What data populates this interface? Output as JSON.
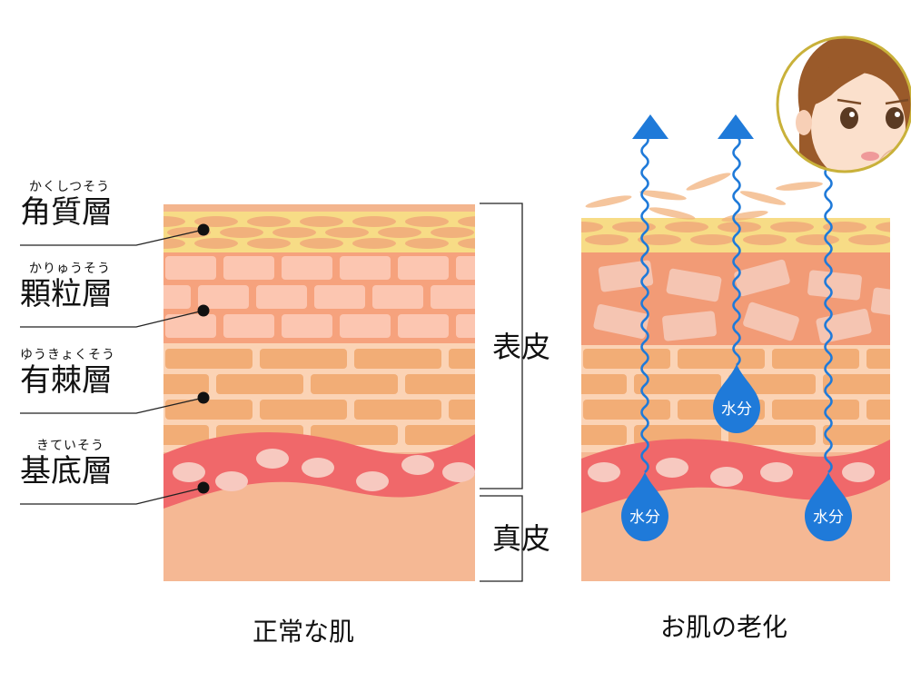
{
  "layers": [
    {
      "name": "角質層",
      "reading": "かくしつそう"
    },
    {
      "name": "顆粒層",
      "reading": "かりゅうそう"
    },
    {
      "name": "有棘層",
      "reading": "ゆうきょくそう"
    },
    {
      "name": "基底層",
      "reading": "きていそう"
    }
  ],
  "brackets": {
    "epidermis": "表皮",
    "dermis": "真皮"
  },
  "captions": {
    "left": "正常な肌",
    "right": "お肌の老化"
  },
  "water_label": "水分",
  "icons": {
    "moisture_escape": "up-arrow-icon",
    "water": "water-drop-icon",
    "face": "worried-woman-face-icon"
  },
  "colors": {
    "stratum_corneum": "#f7dc86",
    "granular": "#f6a27d",
    "spinous": "#fbd3b5",
    "basal": "#f0686a",
    "dermis": "#f5b894",
    "water": "#1f7ad9",
    "frame": "#c9b13a"
  }
}
